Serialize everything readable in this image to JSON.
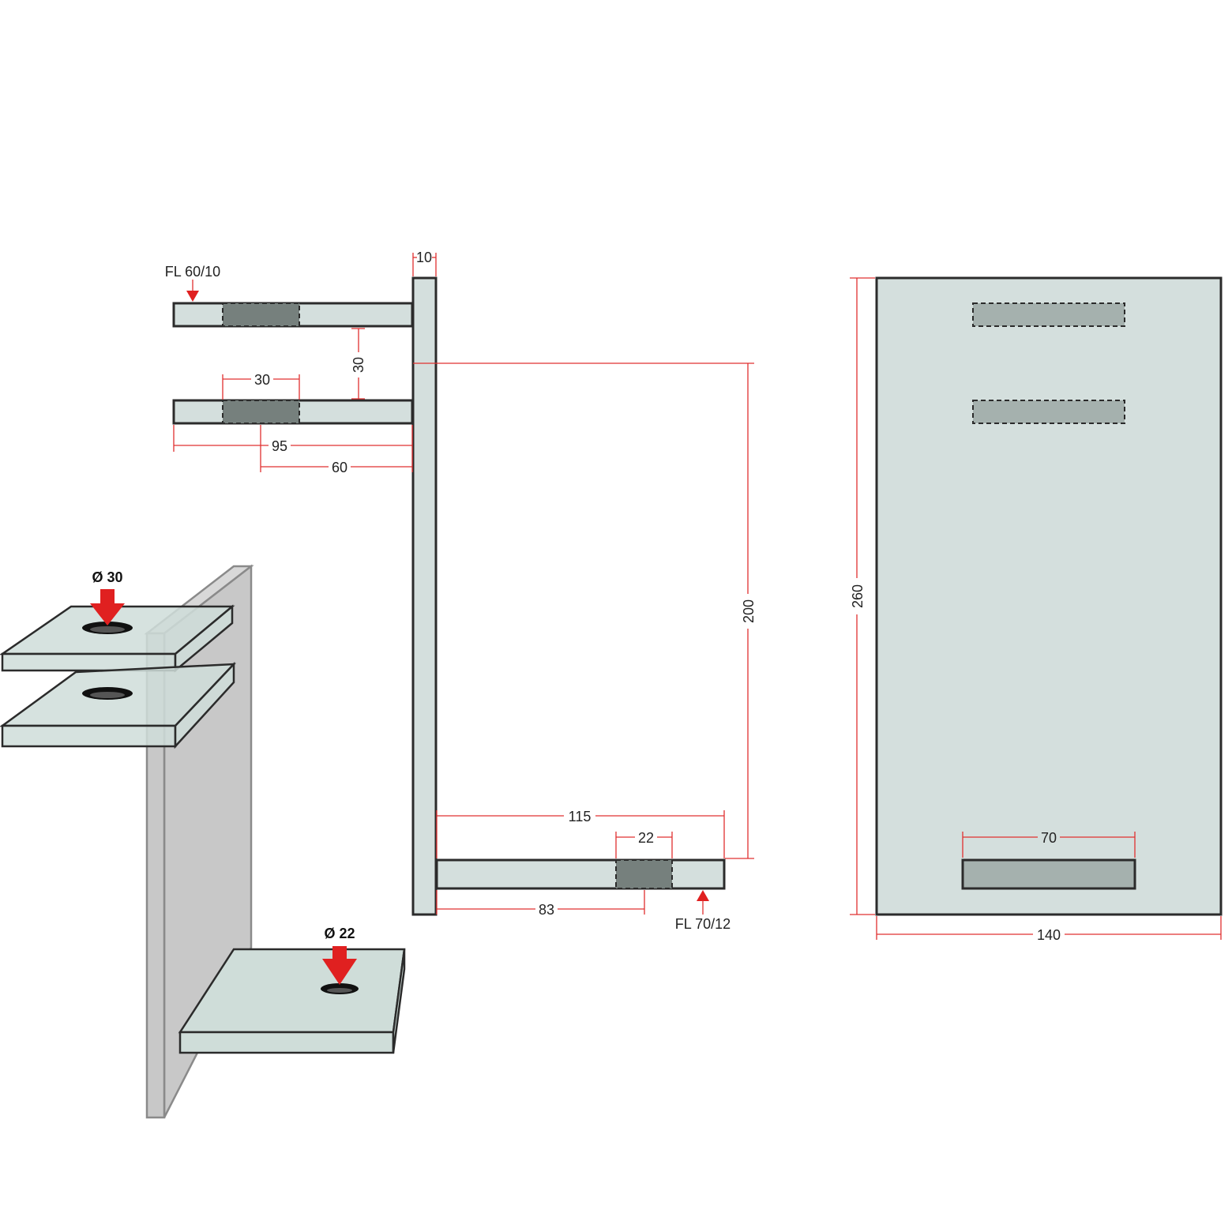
{
  "labels": {
    "flat_top": "FL 60/10",
    "flat_bottom": "FL 70/12",
    "hole_top": "Ø 30",
    "hole_bottom": "Ø 22"
  },
  "dimensions": {
    "d10": "10",
    "d30_width": "30",
    "d30_gap": "30",
    "d95": "95",
    "d60": "60",
    "d200": "200",
    "d115": "115",
    "d22": "22",
    "d83": "83",
    "d260": "260",
    "d70": "70",
    "d140": "140"
  },
  "colors": {
    "plate": "#d4dfdd",
    "dimension_line": "#e03030",
    "arrow": "#e02020",
    "slot_dark": "#76807d",
    "slot_light": "#a5b1ae",
    "wall": "#c8c8c8"
  }
}
